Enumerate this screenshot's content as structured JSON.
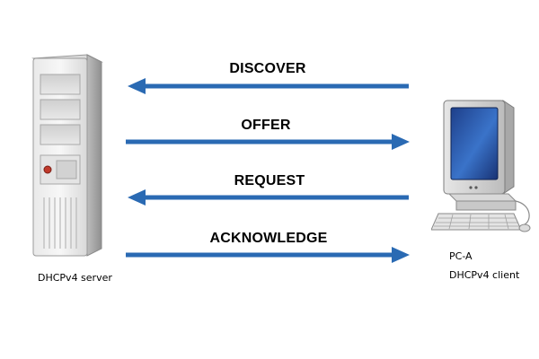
{
  "server": {
    "label": "DHCPv4 server",
    "icon": "server-tower-icon"
  },
  "client": {
    "name": "PC-A",
    "role": "DHCPv4 client",
    "icon": "desktop-pc-icon"
  },
  "messages": [
    {
      "label": "DISCOVER",
      "direction": "client-to-server"
    },
    {
      "label": "OFFER",
      "direction": "server-to-client"
    },
    {
      "label": "REQUEST",
      "direction": "client-to-server"
    },
    {
      "label": "ACKNOWLEDGE",
      "direction": "server-to-client"
    }
  ],
  "colors": {
    "arrow": "#2a6ab3",
    "text": "#000000"
  }
}
